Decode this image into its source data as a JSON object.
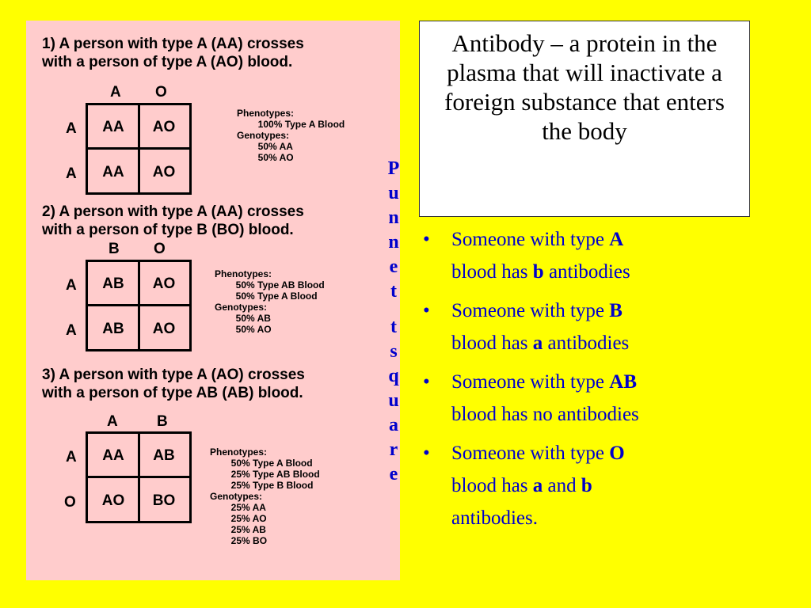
{
  "crosses": [
    {
      "heading": [
        "1) A person with type A (AA) crosses",
        "with a person of type A (AO) blood."
      ],
      "top_alleles": [
        "A",
        "O"
      ],
      "side_alleles": [
        "A",
        "A"
      ],
      "cells": [
        "AA",
        "AO",
        "AA",
        "AO"
      ],
      "info": "Phenotypes:\n        100% Type A Blood\nGenotypes:\n        50% AA\n        50% AO"
    },
    {
      "heading": [
        "2) A person with type A (AA) crosses",
        "with a person of type B (BO) blood."
      ],
      "top_alleles": [
        "B",
        "O"
      ],
      "side_alleles": [
        "A",
        "A"
      ],
      "cells": [
        "AB",
        "AO",
        "AB",
        "AO"
      ],
      "info": "Phenotypes:\n        50% Type AB Blood\n        50% Type A Blood\nGenotypes:\n        50% AB\n        50% AO"
    },
    {
      "heading": [
        "3) A person with type A (AO) crosses",
        "with a person of type AB (AB) blood."
      ],
      "top_alleles": [
        "A",
        "B"
      ],
      "side_alleles": [
        "A",
        "O"
      ],
      "cells": [
        "AA",
        "AB",
        "AO",
        "BO"
      ],
      "info": "Phenotypes:\n        50% Type A Blood\n        25% Type AB Blood\n        25% Type B Blood\nGenotypes:\n        25% AA\n        25% AO\n        25% AB\n        25% BO"
    }
  ],
  "vertical_word_1": [
    "P",
    "u",
    "n",
    "n",
    "e",
    "t",
    "t"
  ],
  "vertical_word_2": [
    "s",
    "q",
    "u",
    "a",
    "r",
    "e"
  ],
  "definition": "Antibody – a protein in the plasma that will inactivate a foreign substance that enters the body",
  "bullets": [
    {
      "pre": "Someone with type ",
      "b1": "A",
      "mid1": " blood has ",
      "b2": "b",
      "mid2": " antibodies",
      "b3": "",
      "post": ""
    },
    {
      "pre": "Someone with type ",
      "b1": "B",
      "mid1": " blood has ",
      "b2": "a",
      "mid2": " antibodies",
      "b3": "",
      "post": ""
    },
    {
      "pre": "Someone with type ",
      "b1": "AB",
      "mid1": " blood has no antibodies",
      "b2": "",
      "mid2": "",
      "b3": "",
      "post": ""
    },
    {
      "pre": "Someone with type ",
      "b1": "O",
      "mid1": " blood has ",
      "b2": "a",
      "mid2": " and ",
      "b3": "b",
      "post": " antibodies."
    }
  ],
  "bullet_symbol": "•"
}
